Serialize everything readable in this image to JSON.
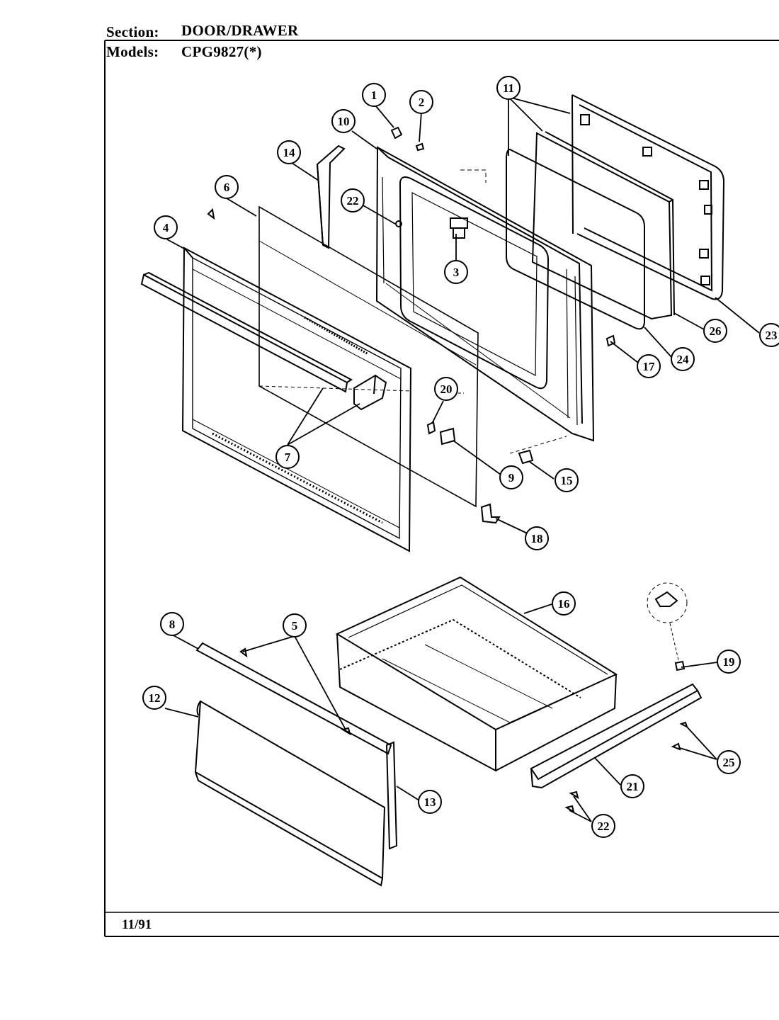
{
  "header": {
    "section_label": "Section:",
    "section_value": "DOOR/DRAWER",
    "models_label": "Models:",
    "models_value": "CPG9827(*)"
  },
  "footer": {
    "date": "11/91"
  },
  "callouts": [
    "1",
    "2",
    "3",
    "4",
    "5",
    "6",
    "7",
    "8",
    "9",
    "10",
    "11",
    "12",
    "13",
    "14",
    "15",
    "16",
    "17",
    "18",
    "19",
    "20",
    "21",
    "22",
    "22",
    "23",
    "24",
    "25",
    "26"
  ]
}
